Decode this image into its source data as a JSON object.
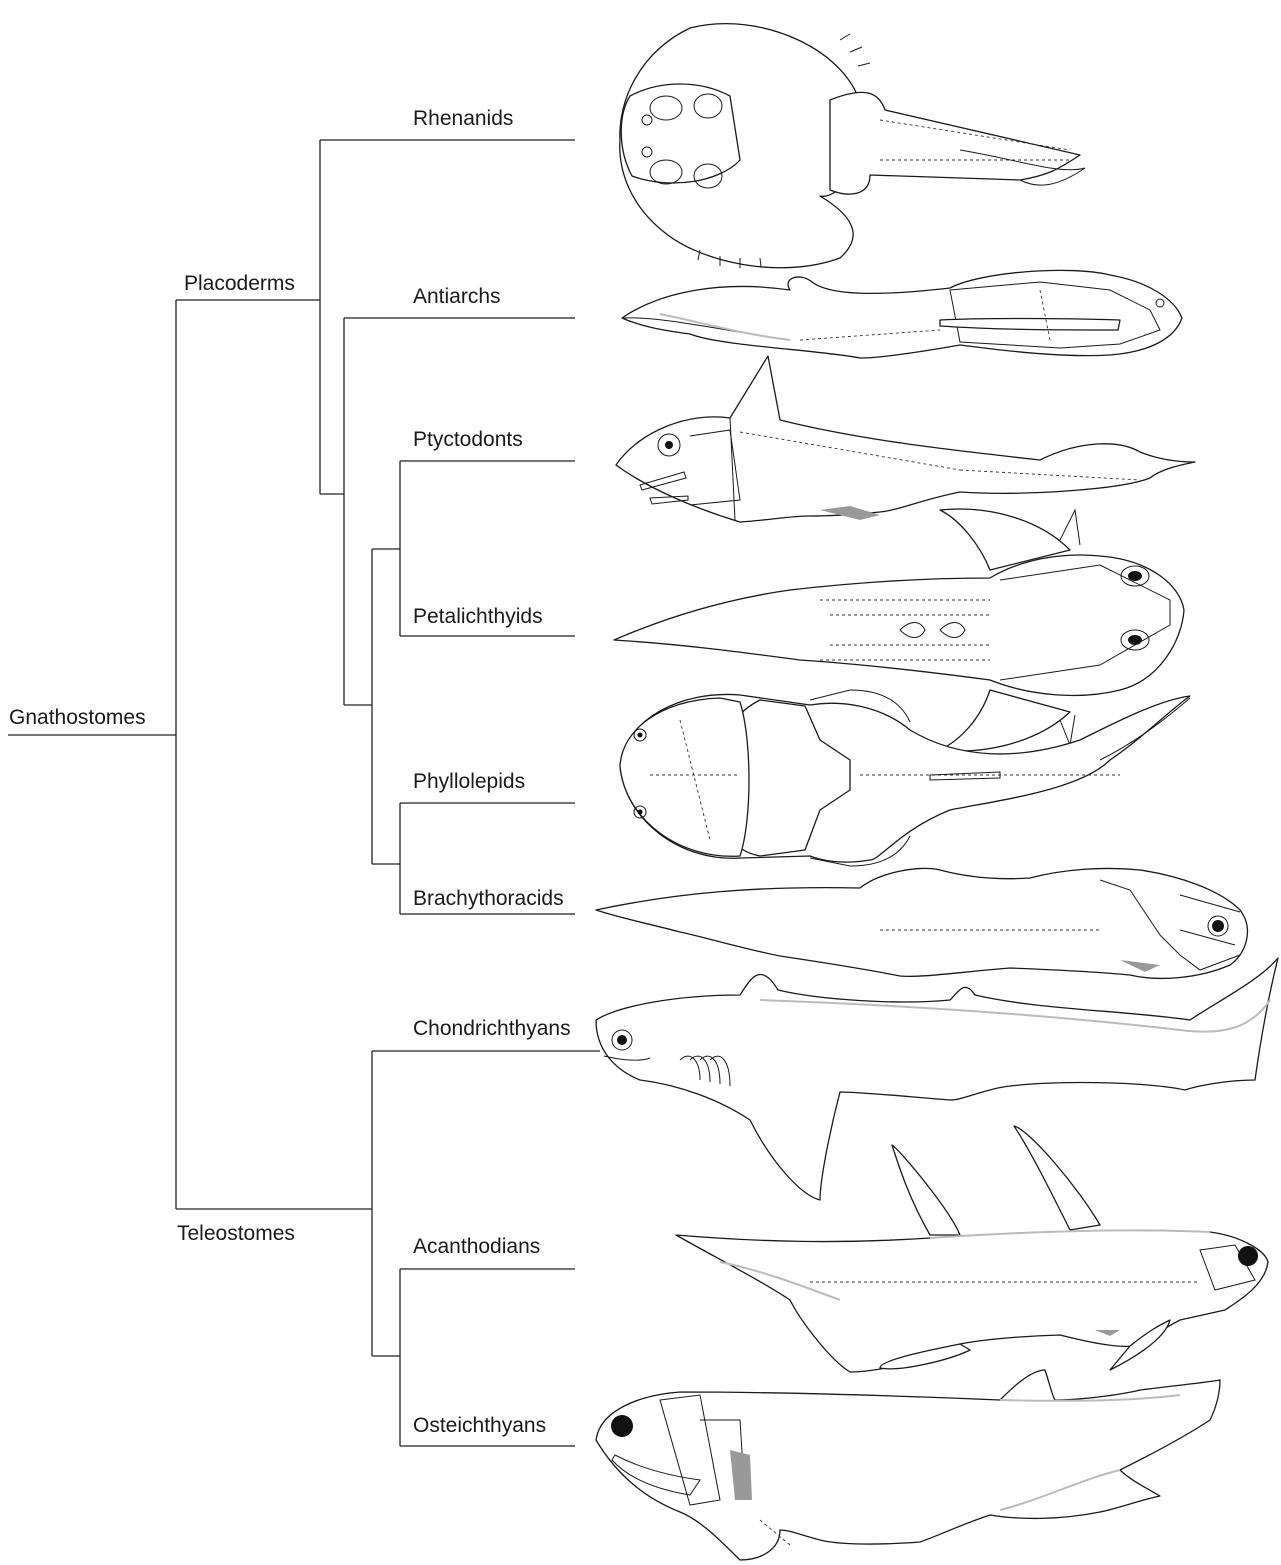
{
  "tree": {
    "root": "Gnathostomes",
    "groups": [
      "Placoderms",
      "Teleostomes"
    ],
    "taxa": [
      "Rhenanids",
      "Antiarchs",
      "Ptyctodonts",
      "Petalichthyids",
      "Phyllolepids",
      "Brachythoracids",
      "Chondrichthyans",
      "Acanthodians",
      "Osteichthyans"
    ]
  },
  "illustrations": [
    "rhenanid-fish",
    "antiarch-fish",
    "ptyctodont-fish",
    "petalichthyid-fish",
    "phyllolepid-fish",
    "brachythoracid-fish",
    "chondrichthyan-fish",
    "acanthodian-fish",
    "osteichthyan-fish"
  ]
}
